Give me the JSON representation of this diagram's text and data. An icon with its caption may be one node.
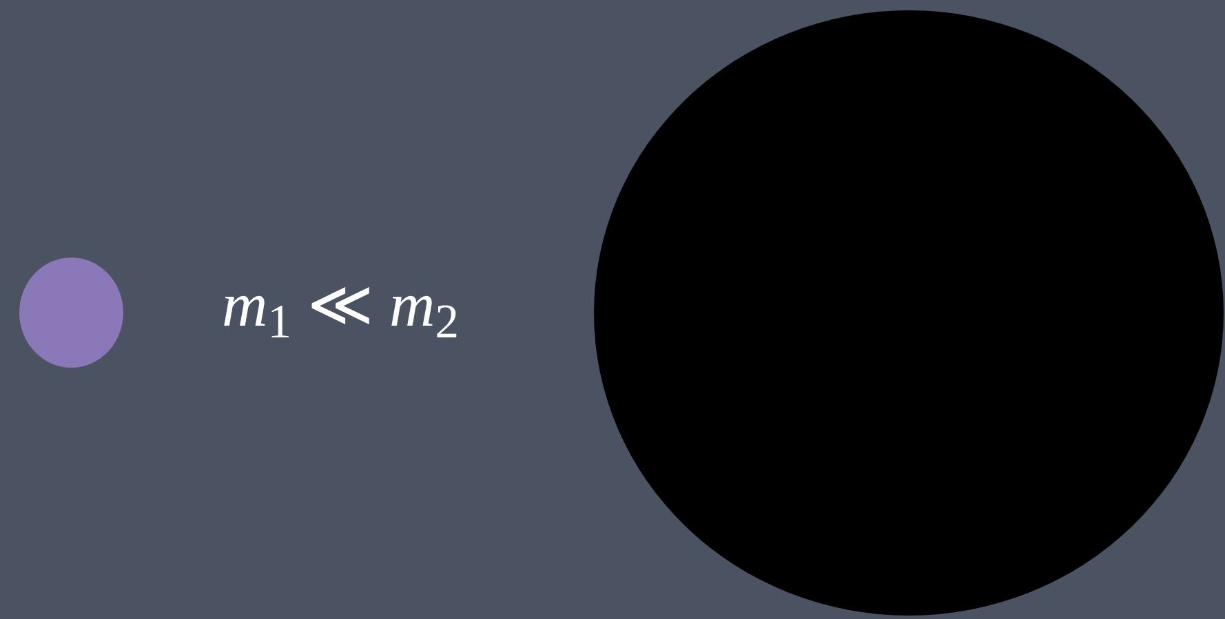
{
  "diagram": {
    "nodes": [
      {
        "text": [],
        "shape": "circle"
      },
      {
        "text": [],
        "shape": "circle"
      }
    ],
    "labels": [
      "*m*$_{1}$ ≪ *m*$_{2}$"
    ]
  }
}
